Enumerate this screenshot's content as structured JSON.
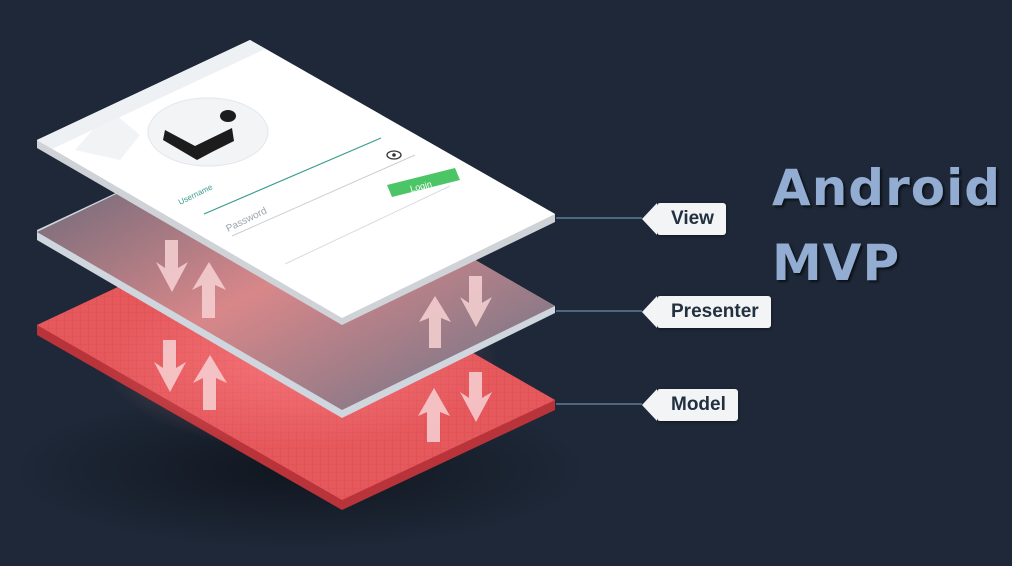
{
  "title": {
    "line1": "Android",
    "line2": "MVP"
  },
  "layers": [
    {
      "id": "view",
      "label": "View",
      "color": "#ffffff"
    },
    {
      "id": "presenter",
      "label": "Presenter",
      "color": "#3c4a5c"
    },
    {
      "id": "model",
      "label": "Model",
      "color": "#e25256"
    }
  ],
  "login_form": {
    "username_label": "Username",
    "password_placeholder": "Password",
    "login_button": "Login"
  },
  "colors": {
    "background": "#1e2838",
    "title": "#93acd2",
    "accent_green": "#4cc566",
    "connector": "#7fa8c8"
  }
}
